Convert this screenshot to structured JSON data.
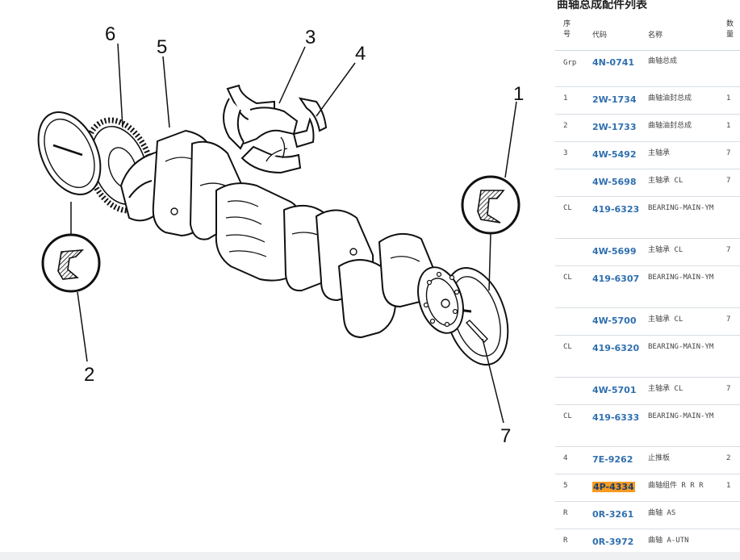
{
  "diagram": {
    "callouts": [
      "1",
      "2",
      "3",
      "4",
      "5",
      "6",
      "7"
    ]
  },
  "parts_panel": {
    "title": "曲轴总成配件列表",
    "columns": {
      "seq": "序\n号",
      "code": "代码",
      "name": "名称",
      "qty": "数\n量"
    },
    "rows": [
      {
        "seq": "Grp",
        "code": "4N-0741",
        "name": "曲轴总成",
        "qty": "",
        "highlight": false
      },
      {
        "seq": "1",
        "code": "2W-1734",
        "name": "曲轴油封总成",
        "qty": "1",
        "highlight": false
      },
      {
        "seq": "2",
        "code": "2W-1733",
        "name": "曲轴油封总成",
        "qty": "1",
        "highlight": false
      },
      {
        "seq": "3",
        "code": "4W-5492",
        "name": "主轴承",
        "qty": "7",
        "highlight": false
      },
      {
        "seq": "",
        "code": "4W-5698",
        "name": "主轴承 CL",
        "qty": "7",
        "highlight": false
      },
      {
        "seq": "CL",
        "code": "419-6323",
        "name": "BEARING-MAIN-YM",
        "qty": "",
        "highlight": false
      },
      {
        "seq": "",
        "code": "4W-5699",
        "name": "主轴承 CL",
        "qty": "7",
        "highlight": false
      },
      {
        "seq": "CL",
        "code": "419-6307",
        "name": "BEARING-MAIN-YM",
        "qty": "",
        "highlight": false
      },
      {
        "seq": "",
        "code": "4W-5700",
        "name": "主轴承 CL",
        "qty": "7",
        "highlight": false
      },
      {
        "seq": "CL",
        "code": "419-6320",
        "name": "BEARING-MAIN-YM",
        "qty": "",
        "highlight": false
      },
      {
        "seq": "",
        "code": "4W-5701",
        "name": "主轴承 CL",
        "qty": "7",
        "highlight": false
      },
      {
        "seq": "CL",
        "code": "419-6333",
        "name": "BEARING-MAIN-YM",
        "qty": "",
        "highlight": false
      },
      {
        "seq": "4",
        "code": "7E-9262",
        "name": "止推板",
        "qty": "2",
        "highlight": false
      },
      {
        "seq": "5",
        "code": "4P-4334",
        "name": "曲轴组件 R R R",
        "qty": "1",
        "highlight": true
      },
      {
        "seq": "R",
        "code": "0R-3261",
        "name": "曲轴 AS",
        "qty": "",
        "highlight": false
      },
      {
        "seq": "R",
        "code": "0R-3972",
        "name": "曲轴 A-UTN",
        "qty": "",
        "highlight": false
      }
    ],
    "highlight_color": "#f59a23",
    "link_color": "#2f6fae"
  }
}
